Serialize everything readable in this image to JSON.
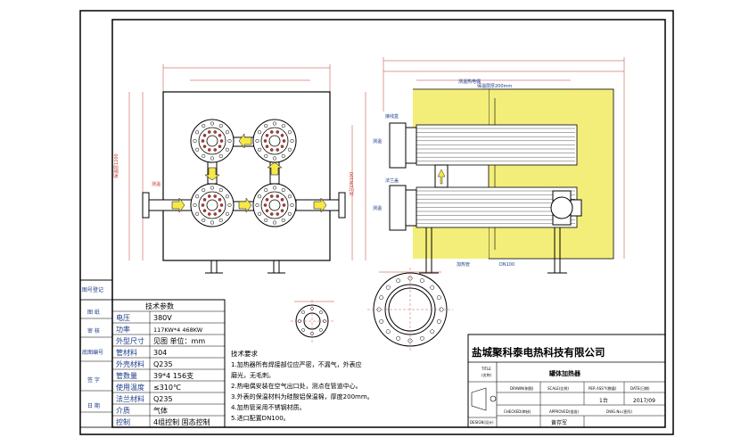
{
  "company_name": "盐城聚科泰电热科技有限公司",
  "product_title": "罐体加热器",
  "specs": {
    "header": "技术参数",
    "rows": [
      {
        "label": "电压",
        "value": "380V"
      },
      {
        "label": "功率",
        "value": "117KW*4  468KW"
      },
      {
        "label": "外型尺寸",
        "value": "见图 单位：mm"
      },
      {
        "label": "管材料",
        "value": "304"
      },
      {
        "label": "外壳材料",
        "value": "Q235"
      },
      {
        "label": "管数量",
        "value": "39*4    156支"
      },
      {
        "label": "使用温度",
        "value": "≤310℃"
      },
      {
        "label": "法兰材料",
        "value": "Q235"
      },
      {
        "label": "介质",
        "value": "气体"
      },
      {
        "label": "控制",
        "value": "4组控制 固态控制"
      }
    ]
  },
  "left_bar": {
    "items": [
      "图号登记",
      "图 纸",
      "审 核",
      "底图编号",
      "签 字",
      "日 期"
    ]
  },
  "tech_requirements": {
    "title": "技术要求",
    "lines": [
      "1.加热器所有焊接部位应严密，不漏气，外表应",
      "  磨光，无毛刺。",
      "2.热电偶安装在空气出口处，测点在管道中心。",
      "3.外表的保温材料为硅酸铝保温棉，厚度200mm。",
      "4.加热管采用不锈钢材质。",
      "5.进口配置DN100。"
    ]
  },
  "title_block": {
    "title_label": "TITLE(名称)",
    "drawn_label": "DRAWN(制图)",
    "scale_label": "SCALE(比例)",
    "per_assy_label": "PER ASS'Y(数量)",
    "date_label": "DATE(日期)",
    "design_label": "DESIGN(设计)",
    "checked_label": "CHECKED(审核)",
    "approved_label": "APPROVED(批准)",
    "dwg_label": "DWG.No.(图号)",
    "quantity": "1台",
    "date": "2017/09",
    "approver": "黄存军"
  },
  "side_view_labels": {
    "insulation": "保温层厚200mm",
    "junction": "接线盒",
    "temp": "测温",
    "flange_top": "法兰盖",
    "heating": "加热管",
    "pipe_dn": "DN100"
  },
  "colors": {
    "line": "#000000",
    "dim": "#c0392b",
    "insulation_fill": "#f3ee7a",
    "arrow_fill": "#f7e84a",
    "label_blue": "#1a3a8a"
  }
}
